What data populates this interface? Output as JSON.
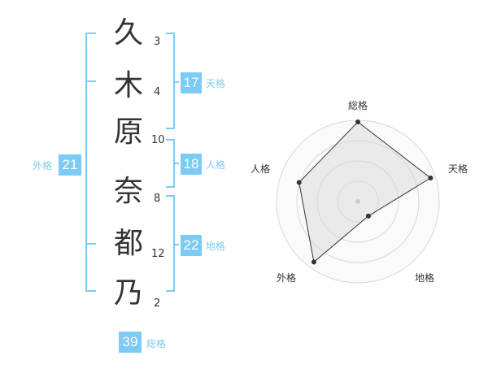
{
  "name": {
    "characters": [
      {
        "char": "久",
        "strokes": "3"
      },
      {
        "char": "木",
        "strokes": "4"
      },
      {
        "char": "原",
        "strokes": "10"
      },
      {
        "char": "奈",
        "strokes": "8"
      },
      {
        "char": "都",
        "strokes": "12"
      },
      {
        "char": "乃",
        "strokes": "2"
      }
    ]
  },
  "fortunes": {
    "tenkaku": {
      "value": "17",
      "label": "天格"
    },
    "jinkaku": {
      "value": "18",
      "label": "人格"
    },
    "chikaku": {
      "value": "22",
      "label": "地格"
    },
    "gaikaku": {
      "value": "21",
      "label": "外格"
    },
    "soukaku": {
      "value": "39",
      "label": "総格"
    }
  },
  "colors": {
    "accent": "#7ccbf5",
    "bracket": "#7ccbf5",
    "text": "#333333",
    "radar_fill": "#f0f0f0",
    "radar_grid": "#d8d8d8",
    "radar_line": "#333333"
  },
  "chart_data": {
    "type": "radar",
    "axes": [
      "総格",
      "天格",
      "地格",
      "外格",
      "人格"
    ],
    "values": [
      0.98,
      0.94,
      0.22,
      0.92,
      0.76
    ],
    "range": [
      0,
      1
    ],
    "rings": 4
  }
}
